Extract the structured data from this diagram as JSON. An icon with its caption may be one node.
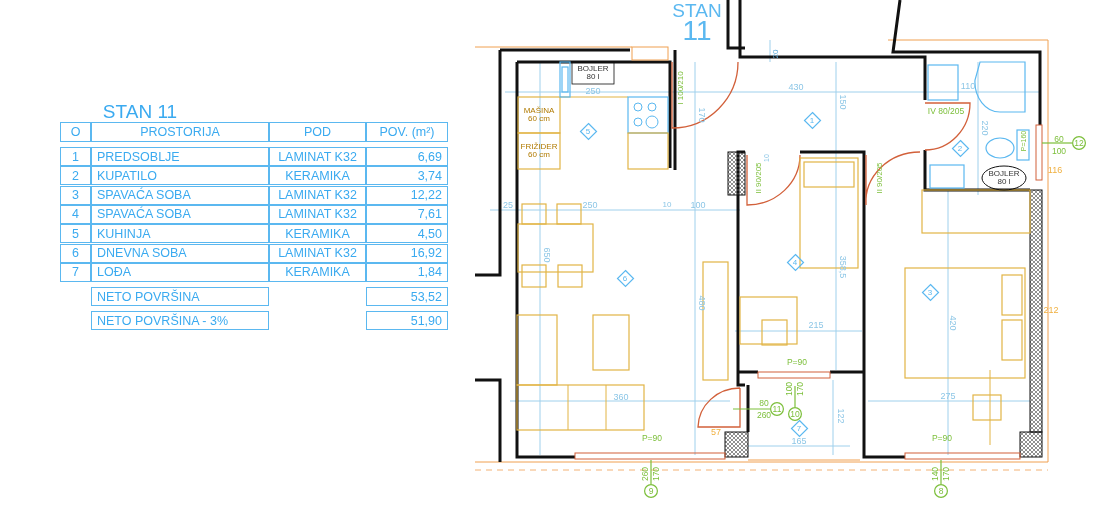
{
  "diagram": {
    "title": "STAN 11",
    "nodes": [
      {
        "text": [
          "1"
        ]
      },
      {
        "text": [
          "2"
        ]
      },
      {
        "text": [
          "3"
        ]
      },
      {
        "text": [
          "4"
        ]
      },
      {
        "text": [
          "5"
        ]
      },
      {
        "text": [
          "6"
        ]
      },
      {
        "text": [
          "7"
        ]
      },
      {
        "text": [
          "12"
        ],
        "beside": [
          "60",
          "100"
        ]
      },
      {
        "text": [
          "11"
        ],
        "beside": [
          "80",
          "260"
        ]
      },
      {
        "text": [
          "10"
        ],
        "beside": [
          "100",
          "170"
        ]
      },
      {
        "text": [
          "9"
        ],
        "beside": [
          "260",
          "170"
        ]
      },
      {
        "text": [
          "8"
        ],
        "beside": [
          "140",
          "170"
        ]
      }
    ],
    "edges": [
      {
        "from": 7,
        "to": null,
        "arrow": "none"
      },
      {
        "from": 8,
        "to": null,
        "arrow": "none"
      },
      {
        "from": 9,
        "to": null,
        "arrow": "none"
      },
      {
        "from": 10,
        "to": null,
        "arrow": "none"
      },
      {
        "from": 11,
        "to": null,
        "arrow": "none"
      }
    ],
    "labels": [
      "O",
      "PROSTORIJA",
      "POD",
      "POV. (m²)",
      "1",
      "PREDSOBLJE",
      "LAMINAT K32",
      "6,69",
      "2",
      "KUPATILO",
      "KERAMIKA",
      "3,74",
      "3",
      "SPAVAĆA SOBA",
      "LAMINAT K32",
      "12,22",
      "4",
      "SPAVAĆA SOBA",
      "LAMINAT K32",
      "7,61",
      "5",
      "KUHINJA",
      "KERAMIKA",
      "4,50",
      "6",
      "DNEVNA SOBA",
      "LAMINAT K32",
      "16,92",
      "7",
      "LOĐA",
      "KERAMIKA",
      "1,84",
      "NETO POVRŠINA",
      "53,52",
      "NETO POVRŠINA - 3%",
      "51,90",
      "STAN",
      "11",
      "BOJLER 80 l",
      "250",
      "I 100/210",
      "20",
      "430",
      "110",
      "150",
      "170",
      "IV 80/205",
      "MAŠINA 60 cm",
      "FRIŽIDER 60 cm",
      "P=160",
      "220",
      "10",
      "II 90/205",
      "II 90/205",
      "BOJLER 80 l",
      "116",
      "25",
      "250",
      "10",
      "100",
      "650",
      "358,5",
      "480",
      "420",
      "212",
      "215",
      "P=90",
      "360",
      "275",
      "57",
      "122",
      "P=90",
      "165",
      "P=90"
    ]
  }
}
